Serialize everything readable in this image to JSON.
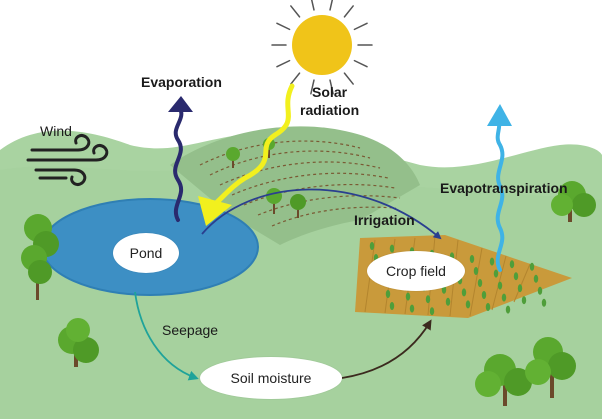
{
  "labels": {
    "solar": [
      "Solar",
      "radiation"
    ],
    "evaporation": "Evaporation",
    "wind": "Wind",
    "evapotranspiration": "Evapotranspiration",
    "irrigation": "Irrigation",
    "pond": "Pond",
    "crop_field": "Crop field",
    "seepage": "Seepage",
    "soil_moisture": "Soil moisture"
  },
  "colors": {
    "land": "#a9d3a1",
    "land_dark": "#98c890",
    "hill_field": "#8fba86",
    "pond": "#3d8fc4",
    "pond_light": "#5aa6d6",
    "sun": "#f0c419",
    "solar_arrow": "#f2f01e",
    "evaporation_arrow": "#2a2a6e",
    "evapotranspiration_arrow": "#3fb3e6",
    "irrigation_arrow": "#2a3f8f",
    "seepage_arrow": "#1fa39a",
    "moisture_arrow": "#3b2a1e",
    "crop_soil": "#c99a3b",
    "tree_green": "#5aa82e"
  },
  "icons": [
    "sun-icon",
    "wind-icon",
    "tree-icon"
  ]
}
